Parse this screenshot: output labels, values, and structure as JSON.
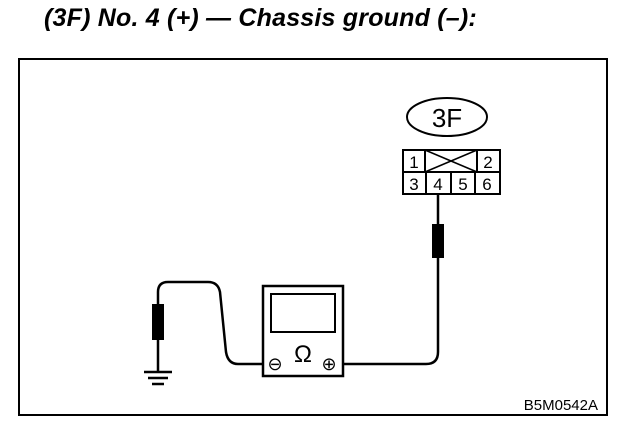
{
  "title": "(3F) No. 4 (+) — Chassis ground (–):",
  "connector": {
    "id": "3F",
    "pins": [
      "1",
      "2",
      "3",
      "4",
      "5",
      "6"
    ]
  },
  "meter": {
    "symbol": "Ω",
    "negative_terminal": "⊖",
    "positive_terminal": "⊕"
  },
  "figure_code": "B5M0542A",
  "colors": {
    "line": "#000000",
    "background": "#ffffff"
  }
}
